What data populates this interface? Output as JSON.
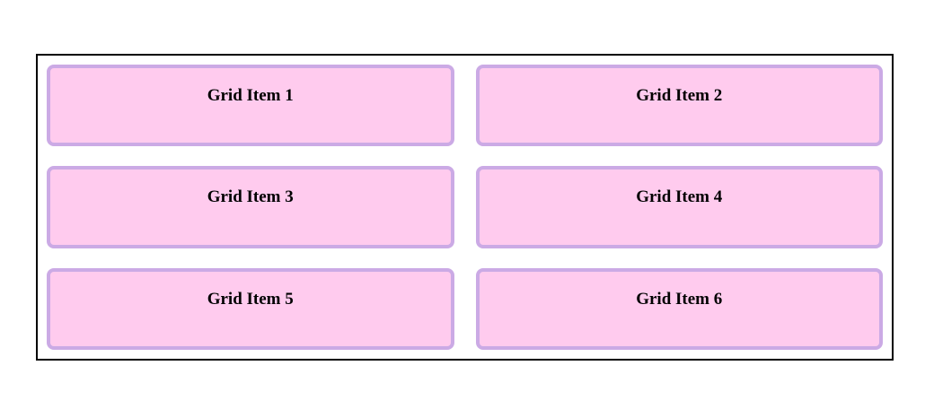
{
  "grid": {
    "items": [
      "Grid Item 1",
      "Grid Item 2",
      "Grid Item 3",
      "Grid Item 4",
      "Grid Item 5",
      "Grid Item 6"
    ]
  },
  "colors": {
    "page_background": "#ffffff",
    "container_border": "#000000",
    "item_background": "#ffcbee",
    "item_border": "#cbaae5",
    "text_color": "#000000"
  }
}
